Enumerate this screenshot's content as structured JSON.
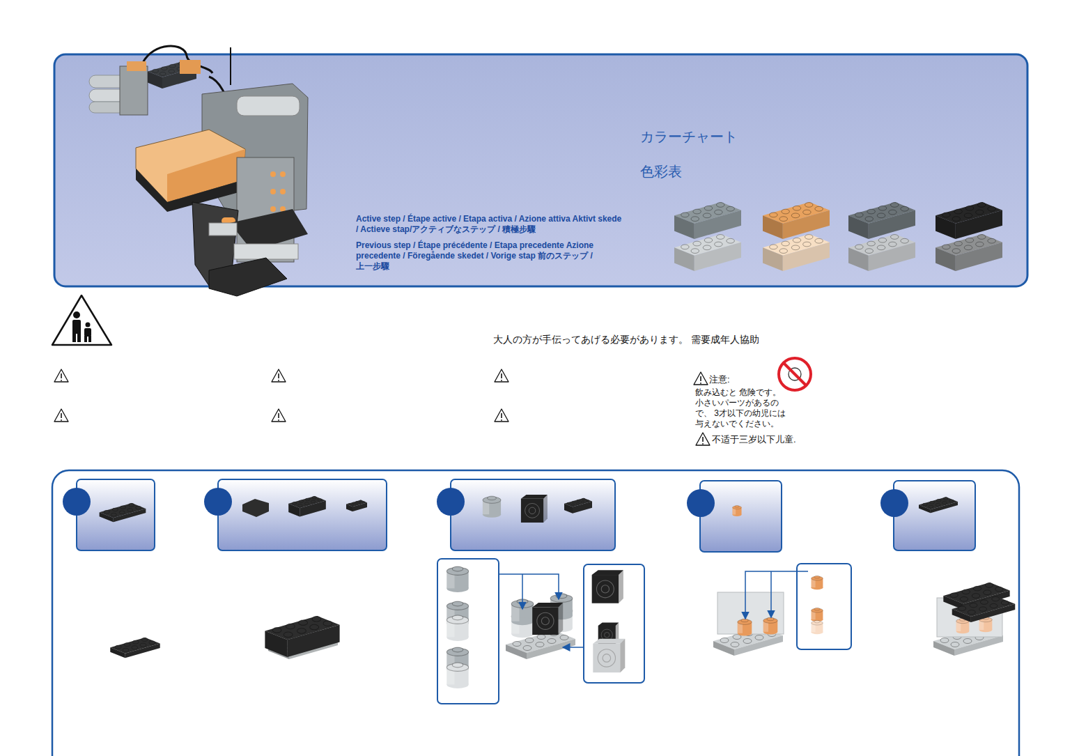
{
  "diagram": {
    "labels": [
      "カラーチャート",
      "色彩表",
      "大人の方が手伝ってあげる必要があります。 需要成年人協助",
      "注意:",
      "飲み込むと 危険です。 小さいパーツがあるので、 3才以下の幼児には 与えないでください。",
      "不适于三岁以下儿童."
    ],
    "legend": [
      {
        "text": "Active step / Étape active / Etapa activa / Azione attiva Aktivt skede / Actieve stap/アクティブなステップ / 積極步驟"
      },
      {
        "text": "Previous step / Étape précédente / Etapa precedente Azione precedente / Föregående skedet / Vorige stap 前のステップ / 上一步驟"
      }
    ]
  }
}
